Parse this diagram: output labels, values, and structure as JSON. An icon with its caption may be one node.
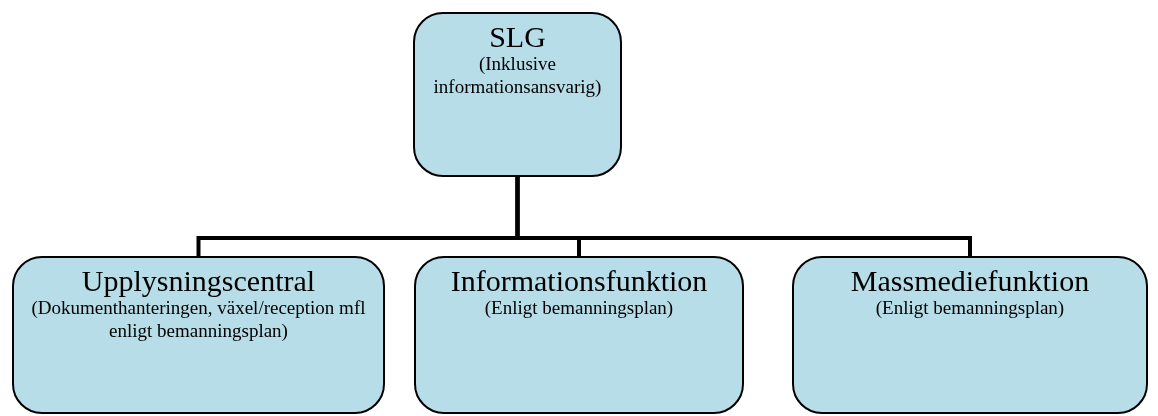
{
  "diagram": {
    "nodes": [
      {
        "text": [
          "SLG",
          "(Inklusive informationsansvarig)"
        ]
      },
      {
        "text": [
          "Upplysningscentral",
          "(Dokumenthanteringen, växel/reception mfl enligt bemanningsplan)"
        ]
      },
      {
        "text": [
          "Informationsfunktion",
          "(Enligt bemanningsplan)"
        ]
      },
      {
        "text": [
          "Massmediefunktion",
          "(Enligt bemanningsplan)"
        ]
      }
    ],
    "edges": [
      {
        "from": 0,
        "to": 1,
        "arrow": "none"
      },
      {
        "from": 0,
        "to": 2,
        "arrow": "none"
      },
      {
        "from": 0,
        "to": 3,
        "arrow": "none"
      }
    ]
  }
}
